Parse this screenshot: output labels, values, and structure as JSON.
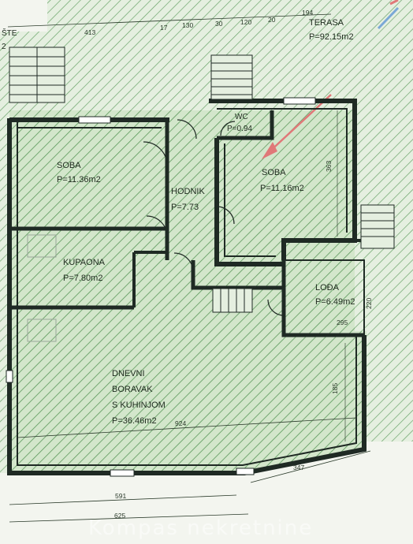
{
  "rooms": {
    "soba_left": {
      "name": "SOBA",
      "area": "P=11.36m2"
    },
    "hodnik": {
      "name": "HODNIK",
      "area": "P=7.73"
    },
    "wc": {
      "name": "WC",
      "area": "P=0.94"
    },
    "soba_right": {
      "name": "SOBA",
      "area": "P=11.16m2"
    },
    "kupaona": {
      "name": "KUPAONA",
      "area": "P=7.80m2"
    },
    "lodja": {
      "name": "LOĐA",
      "area": "P=6.49m2"
    },
    "dnevni": {
      "line1": "DNEVNI",
      "line2": "BORAVAK",
      "line3": "S KUHINJOM",
      "area": "P=36.46m2"
    },
    "terasa": {
      "name": "TERASA",
      "area": "P=92.15m2"
    }
  },
  "corner_labels": {
    "top_left_1": "ŠTE",
    "top_left_2": "2"
  },
  "dimensions": {
    "top_413": "413",
    "top_17": "17",
    "top_130": "130",
    "top_30": "30",
    "top_120": "120",
    "top_20": "20",
    "top_194": "194",
    "right_363": "363",
    "right_220": "220",
    "bottom_295": "295",
    "right_185": "185",
    "inner_924": "924",
    "diag_347": "347",
    "bottom_591": "591",
    "bottom_625": "625"
  },
  "watermark": "Kompas nekretnine",
  "colors": {
    "hatch": "#5b9a5b",
    "fill": "#cfe3c6",
    "wall": "#1f2a24",
    "arrow": "#e07878"
  }
}
